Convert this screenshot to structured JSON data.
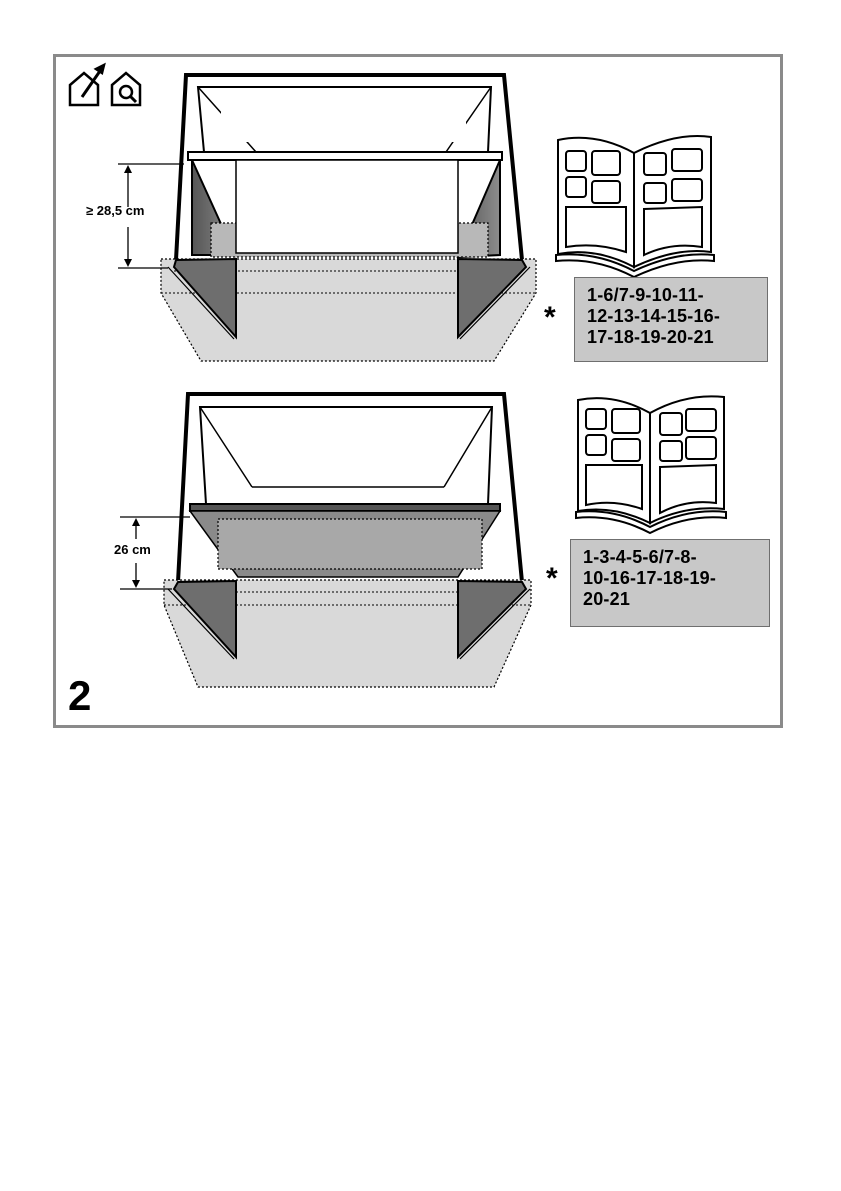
{
  "figure": {
    "number": "2",
    "icons": [
      "house-install-icon",
      "house-inspect-icon"
    ]
  },
  "top_diagram": {
    "dimension_label": "≥ 28,5 cm",
    "asterisk": "*",
    "booklet_icon": "open-booklet-icon",
    "model_numbers": [
      "1-6/7-9-10-11-",
      "12-13-14-15-16-",
      "17-18-19-20-21"
    ]
  },
  "bottom_diagram": {
    "dimension_label": "26 cm",
    "asterisk": "*",
    "booklet_icon": "open-booklet-icon",
    "model_numbers": [
      "1-3-4-5-6/7-8-",
      "10-16-17-18-19-",
      "20-21"
    ]
  },
  "colors": {
    "panel_border": "#8a8a8a",
    "box_fill": "#c8c8c8",
    "hood_fill": "#d9d9d9",
    "dark_side": "#6e6e6e",
    "inner_shade": "#a8a8a8"
  }
}
